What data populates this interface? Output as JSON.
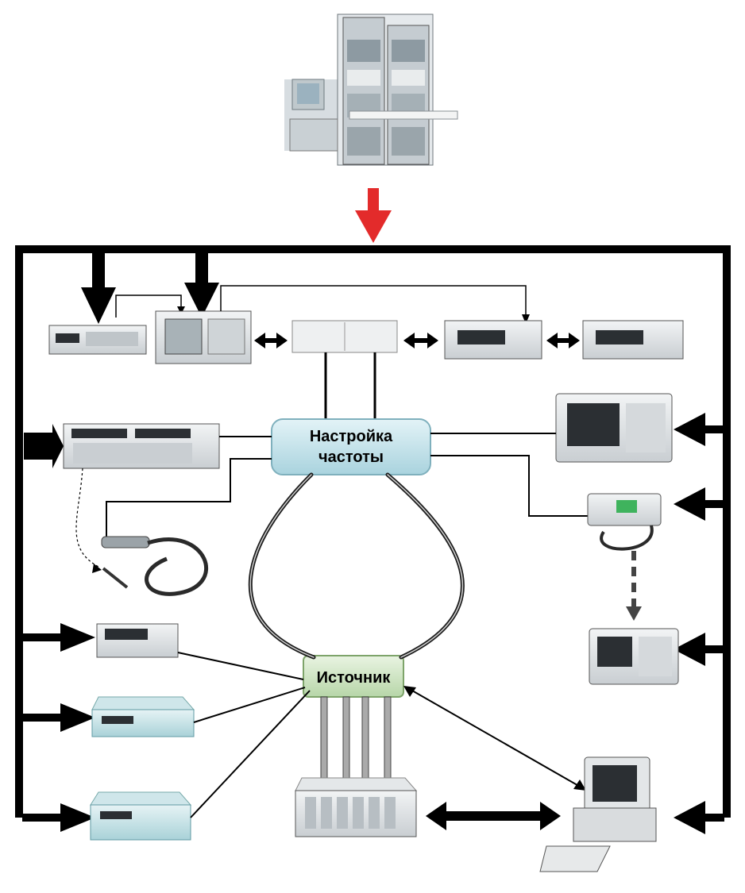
{
  "nodes": {
    "frequency_tuning": {
      "line1": "Настройка",
      "line2": "частоты"
    },
    "source": {
      "label": "Источник"
    }
  },
  "colors": {
    "bus": "#000000",
    "feed_arrow": "#e32b2b",
    "tuning_box": "#cde9ef",
    "source_box": "#d4e8c8",
    "instrument_body": "#dfe3e6",
    "instrument_screen": "#2b2f33"
  },
  "icons": {
    "test_station": "rack-workstation-icon",
    "computer": "desktop-computer-icon",
    "cable": "coiled-cable-icon"
  }
}
